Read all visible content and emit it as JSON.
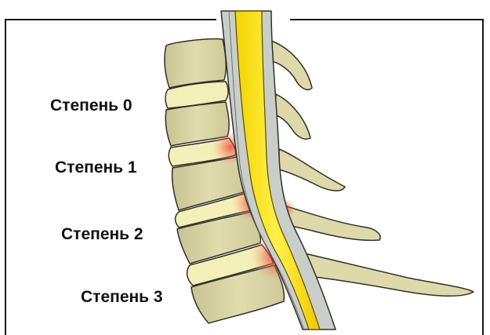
{
  "labels": {
    "grade_0": "Степень 0",
    "grade_1": "Степень 1",
    "grade_2": "Степень 2",
    "grade_3": "Степень 3"
  },
  "colors": {
    "bone_fill": "#ddd9aa",
    "bone_stroke": "#33302a",
    "disc_fill": "#f3efb8",
    "cord_fill": "#f4dd00",
    "dura_fill": "#c9cfc8",
    "inflammation": "#e8182a"
  }
}
